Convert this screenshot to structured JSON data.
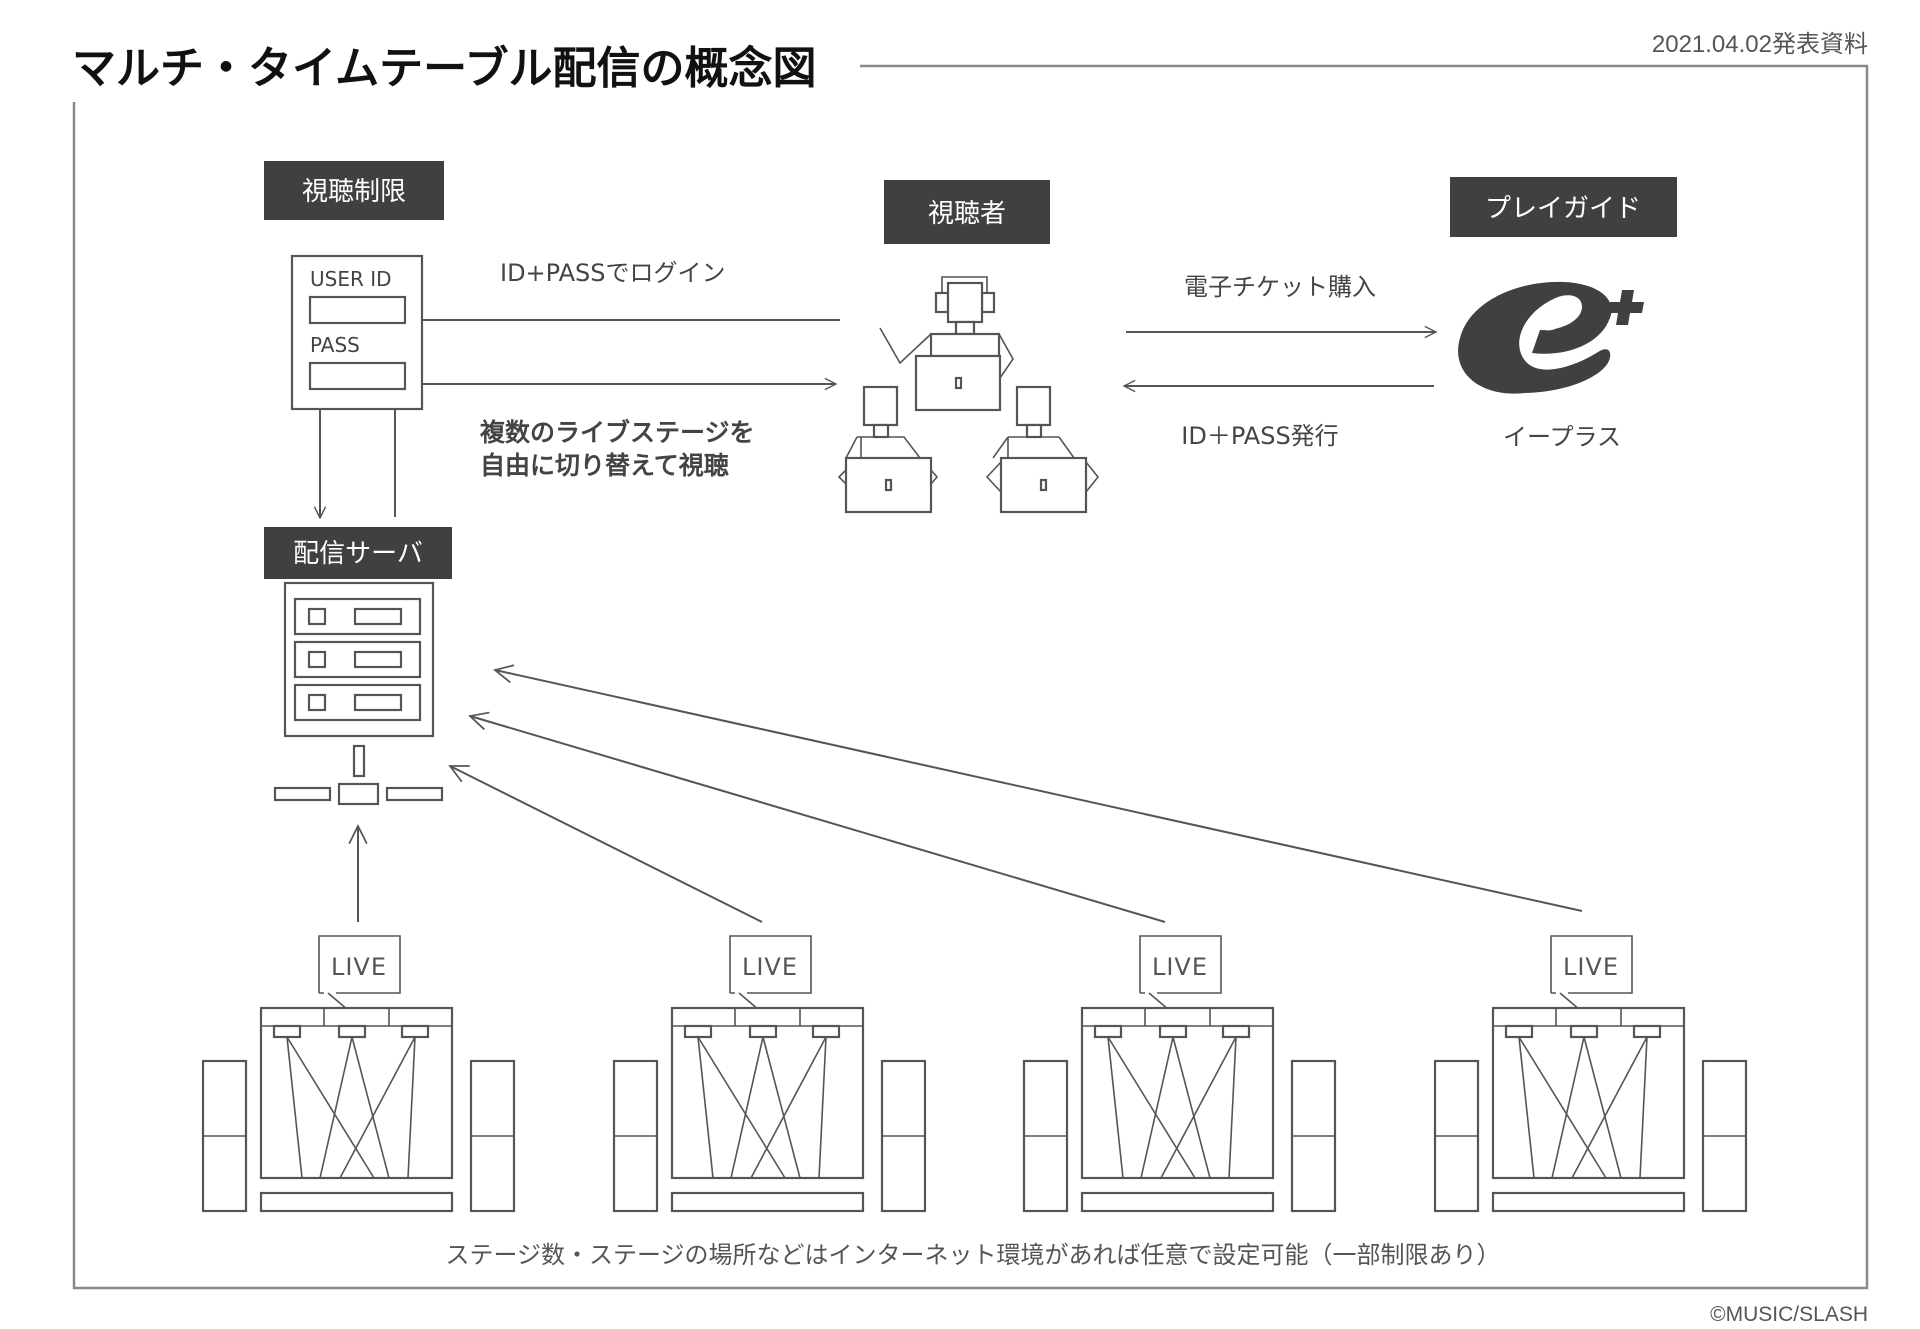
{
  "header": {
    "title": "マルチ・タイムテーブル配信の概念図",
    "date_label": "2021.04.02発表資料"
  },
  "sections": {
    "access_control": {
      "label": "視聴制限",
      "user_id_label": "USER ID",
      "pass_label": "PASS",
      "user_id_value": "",
      "pass_value": ""
    },
    "viewers": {
      "label": "視聴者"
    },
    "play_guide": {
      "label": "プレイガイド",
      "logo_name": "イープラス",
      "logo_glyph": "e+"
    },
    "server": {
      "label": "配信サーバ"
    }
  },
  "flows": {
    "login": "ID+PASSでログイン",
    "switch_line1": "複数のライブステージを",
    "switch_line2": "自由に切り替えて視聴",
    "purchase": "電子チケット購入",
    "issue": "ID＋PASS発行"
  },
  "stages": [
    {
      "badge": "LIVE"
    },
    {
      "badge": "LIVE"
    },
    {
      "badge": "LIVE"
    },
    {
      "badge": "LIVE"
    }
  ],
  "footer": {
    "note": "ステージ数・ステージの場所などはインターネット環境があれば任意で設定可能（一部制限あり）",
    "copyright": "©MUSIC/SLASH"
  },
  "colors": {
    "label_bg": "#404040",
    "line": "#555555",
    "frame": "#8a8a8a"
  }
}
